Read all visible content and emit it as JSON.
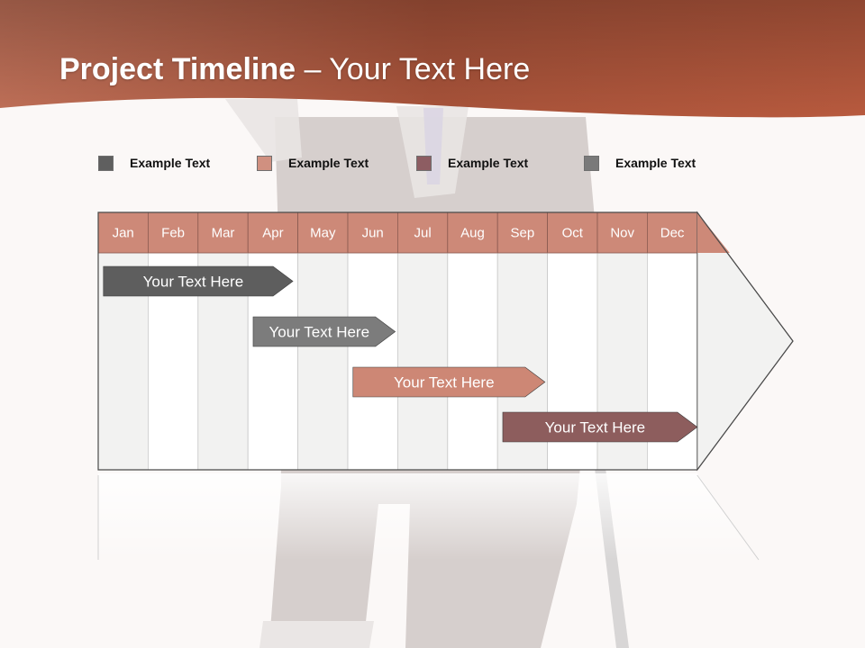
{
  "title": {
    "bold": "Project Timeline",
    "rest": " – Your Text Here"
  },
  "colors": {
    "header": "#b35a3f",
    "month_header": "#cd8978",
    "grid_light": "#f2f2f1",
    "grid_white": "#ffffff",
    "bar_dark_gray": "#5e5e5e",
    "bar_gray": "#7c7c7c",
    "bar_salmon": "#cd8775",
    "bar_mauve": "#8d5d5d"
  },
  "legend": [
    {
      "label": "Example Text",
      "color": "#5f5f5f"
    },
    {
      "label": "Example Text",
      "color": "#d09080"
    },
    {
      "label": "Example Text",
      "color": "#8d5d62"
    },
    {
      "label": "Example Text",
      "color": "#7a7a7a"
    }
  ],
  "months": [
    "Jan",
    "Feb",
    "Mar",
    "Apr",
    "May",
    "Jun",
    "Jul",
    "Aug",
    "Sep",
    "Oct",
    "Nov",
    "Dec"
  ],
  "tasks": [
    {
      "label": "Your  Text Here",
      "start_month": 1.05,
      "end_month": 4.9,
      "color": "#5e5e5e"
    },
    {
      "label": "Your  Text Here",
      "start_month": 4.05,
      "end_month": 6.95,
      "color": "#7c7c7c"
    },
    {
      "label": "Your  Text Here",
      "start_month": 6.05,
      "end_month": 9.95,
      "color": "#cd8775"
    },
    {
      "label": "Your  Text Here",
      "start_month": 9.05,
      "end_month": 13.0,
      "color": "#8d5d5d"
    }
  ]
}
